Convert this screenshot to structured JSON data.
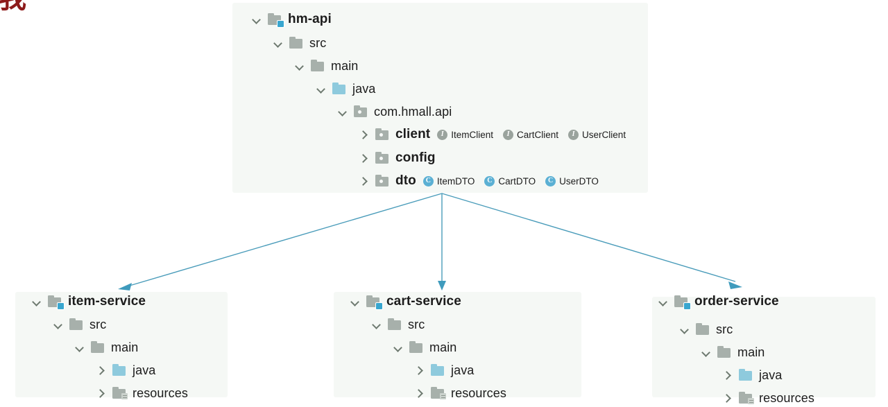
{
  "overlay": {
    "corner_glyph": "我"
  },
  "colors": {
    "panel_bg": "#f5f8f5",
    "connector": "#4a9cba",
    "module_badge": "#38a6cf",
    "source_root_folder": "#8ecadd",
    "folder_gray": "#a7b0ab",
    "interface_badge": "#9aa39d",
    "class_badge": "#5bb0d4",
    "text": "#1c1c1c",
    "corner_glyph": "#8d1b1b"
  },
  "api_module": {
    "name": "hm-api",
    "rows": [
      {
        "label": "hm-api",
        "chevron": "down",
        "icon": "module-folder-icon",
        "bold": true
      },
      {
        "label": "src",
        "chevron": "down",
        "icon": "folder-icon",
        "bold": false
      },
      {
        "label": "main",
        "chevron": "down",
        "icon": "folder-icon",
        "bold": false
      },
      {
        "label": "java",
        "chevron": "down",
        "icon": "source-root-folder-icon",
        "bold": false
      },
      {
        "label": "com.hmall.api",
        "chevron": "down",
        "icon": "package-folder-icon",
        "bold": false
      },
      {
        "label": "client",
        "chevron": "right",
        "icon": "package-folder-icon",
        "bold": true
      },
      {
        "label": "config",
        "chevron": "right",
        "icon": "package-folder-icon",
        "bold": true
      },
      {
        "label": "dto",
        "chevron": "right",
        "icon": "package-folder-icon",
        "bold": true
      }
    ],
    "client_types": [
      {
        "name": "ItemClient",
        "kind": "interface",
        "badge": "I"
      },
      {
        "name": "CartClient",
        "kind": "interface",
        "badge": "I"
      },
      {
        "name": "UserClient",
        "kind": "interface",
        "badge": "I"
      }
    ],
    "dto_types": [
      {
        "name": "ItemDTO",
        "kind": "class",
        "badge": "C"
      },
      {
        "name": "CartDTO",
        "kind": "class",
        "badge": "C"
      },
      {
        "name": "UserDTO",
        "kind": "class",
        "badge": "C"
      }
    ]
  },
  "services": [
    {
      "name": "item-service",
      "rows": [
        {
          "label": "item-service",
          "chevron": "down",
          "icon": "module-folder-icon",
          "bold": true
        },
        {
          "label": "src",
          "chevron": "down",
          "icon": "folder-icon",
          "bold": false
        },
        {
          "label": "main",
          "chevron": "down",
          "icon": "folder-icon",
          "bold": false
        },
        {
          "label": "java",
          "chevron": "right",
          "icon": "source-root-folder-icon",
          "bold": false
        },
        {
          "label": "resources",
          "chevron": "right",
          "icon": "resources-folder-icon",
          "bold": false
        }
      ]
    },
    {
      "name": "cart-service",
      "rows": [
        {
          "label": "cart-service",
          "chevron": "down",
          "icon": "module-folder-icon",
          "bold": true
        },
        {
          "label": "src",
          "chevron": "down",
          "icon": "folder-icon",
          "bold": false
        },
        {
          "label": "main",
          "chevron": "down",
          "icon": "folder-icon",
          "bold": false
        },
        {
          "label": "java",
          "chevron": "right",
          "icon": "source-root-folder-icon",
          "bold": false
        },
        {
          "label": "resources",
          "chevron": "right",
          "icon": "resources-folder-icon",
          "bold": false
        }
      ]
    },
    {
      "name": "order-service",
      "rows": [
        {
          "label": "order-service",
          "chevron": "down",
          "icon": "module-folder-icon",
          "bold": true
        },
        {
          "label": "src",
          "chevron": "down",
          "icon": "folder-icon",
          "bold": false
        },
        {
          "label": "main",
          "chevron": "down",
          "icon": "folder-icon",
          "bold": false
        },
        {
          "label": "java",
          "chevron": "right",
          "icon": "source-root-folder-icon",
          "bold": false
        },
        {
          "label": "resources",
          "chevron": "right",
          "icon": "resources-folder-icon",
          "bold": false
        }
      ]
    }
  ]
}
